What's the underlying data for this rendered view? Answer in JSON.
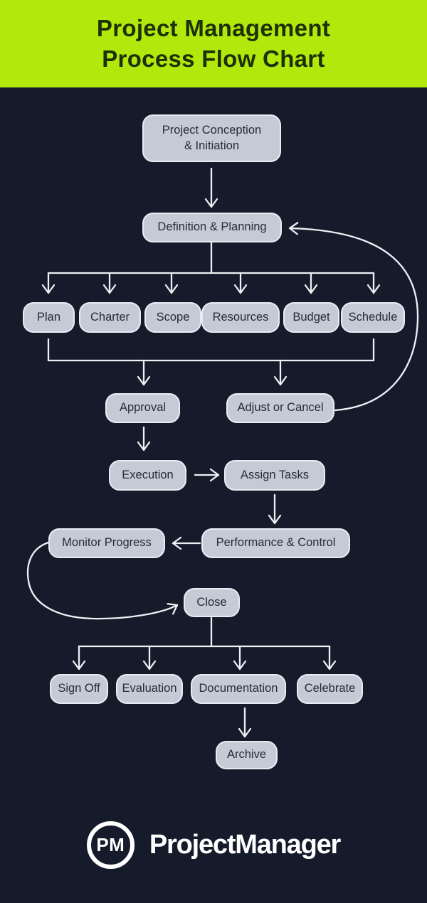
{
  "header": {
    "title_line1": "Project Management",
    "title_line2": "Process Flow Chart"
  },
  "nodes": {
    "conception": "Project Conception\n& Initiation",
    "definition": "Definition & Planning",
    "plan": "Plan",
    "charter": "Charter",
    "scope": "Scope",
    "resources": "Resources",
    "budget": "Budget",
    "schedule": "Schedule",
    "approval": "Approval",
    "adjust": "Adjust or Cancel",
    "execution": "Execution",
    "assign": "Assign Tasks",
    "monitor": "Monitor Progress",
    "performance": "Performance & Control",
    "close": "Close",
    "signoff": "Sign Off",
    "evaluation": "Evaluation",
    "documentation": "Documentation",
    "celebrate": "Celebrate",
    "archive": "Archive"
  },
  "flow": {
    "edges": [
      [
        "conception",
        "definition"
      ],
      [
        "definition",
        "plan"
      ],
      [
        "definition",
        "charter"
      ],
      [
        "definition",
        "scope"
      ],
      [
        "definition",
        "resources"
      ],
      [
        "definition",
        "budget"
      ],
      [
        "definition",
        "schedule"
      ],
      [
        "planning-row",
        "approval"
      ],
      [
        "planning-row",
        "adjust"
      ],
      [
        "adjust",
        "definition"
      ],
      [
        "approval",
        "execution"
      ],
      [
        "execution",
        "assign"
      ],
      [
        "assign",
        "performance"
      ],
      [
        "performance",
        "monitor"
      ],
      [
        "monitor",
        "close"
      ],
      [
        "close",
        "signoff"
      ],
      [
        "close",
        "evaluation"
      ],
      [
        "close",
        "documentation"
      ],
      [
        "close",
        "celebrate"
      ],
      [
        "documentation",
        "archive"
      ]
    ]
  },
  "footer": {
    "logo_monogram": "PM",
    "brand": "ProjectManager"
  },
  "colors": {
    "background": "#161b2c",
    "header_bg": "#b2e80b",
    "header_text": "#1e3007",
    "node_fill": "#c5cad7",
    "node_border": "#e9ecf2",
    "node_text": "#262b3b",
    "arrow": "#eef0f3"
  }
}
